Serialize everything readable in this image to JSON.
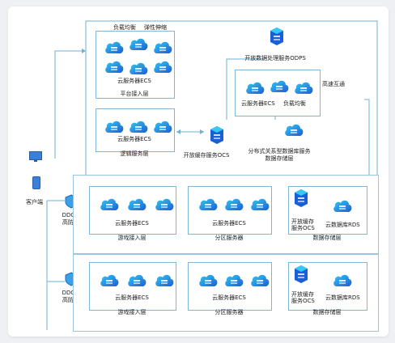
{
  "labels": {
    "lb": "负载均衡",
    "elastic": "弹性伸缩",
    "ecs": "云服务器ECS",
    "platform_layer": "平台接入层",
    "logic_layer": "逻辑服务层",
    "ocs": "开放缓存服务OCS",
    "odps": "开放数据处理服务ODPS",
    "highspeed": "高速互通",
    "db_layer": "分布式关系型数据库服务",
    "db_layer2": "数据存储层",
    "client": "客户端",
    "ddos1": "DDOS",
    "ddos2": "高防IP",
    "game_layer": "游戏接入层",
    "zone_server": "分区服务器",
    "storage_layer": "数据存储层",
    "ocs_l1": "开放缓存",
    "ocs_l2": "服务OCS",
    "ocs_b1": "开放缓存",
    "ocs_b2": "服务OCS",
    "rds": "云数据库RDS"
  },
  "colors": {
    "frame": "#7fb6d8",
    "cloud_dark": "#1a5fd8",
    "cloud_light": "#35c8f0",
    "line": "#6fb0d6"
  },
  "icons": [
    "cloud-server-icon",
    "database-icon",
    "desktop-icon",
    "phone-icon",
    "ddos-shield-icon"
  ]
}
